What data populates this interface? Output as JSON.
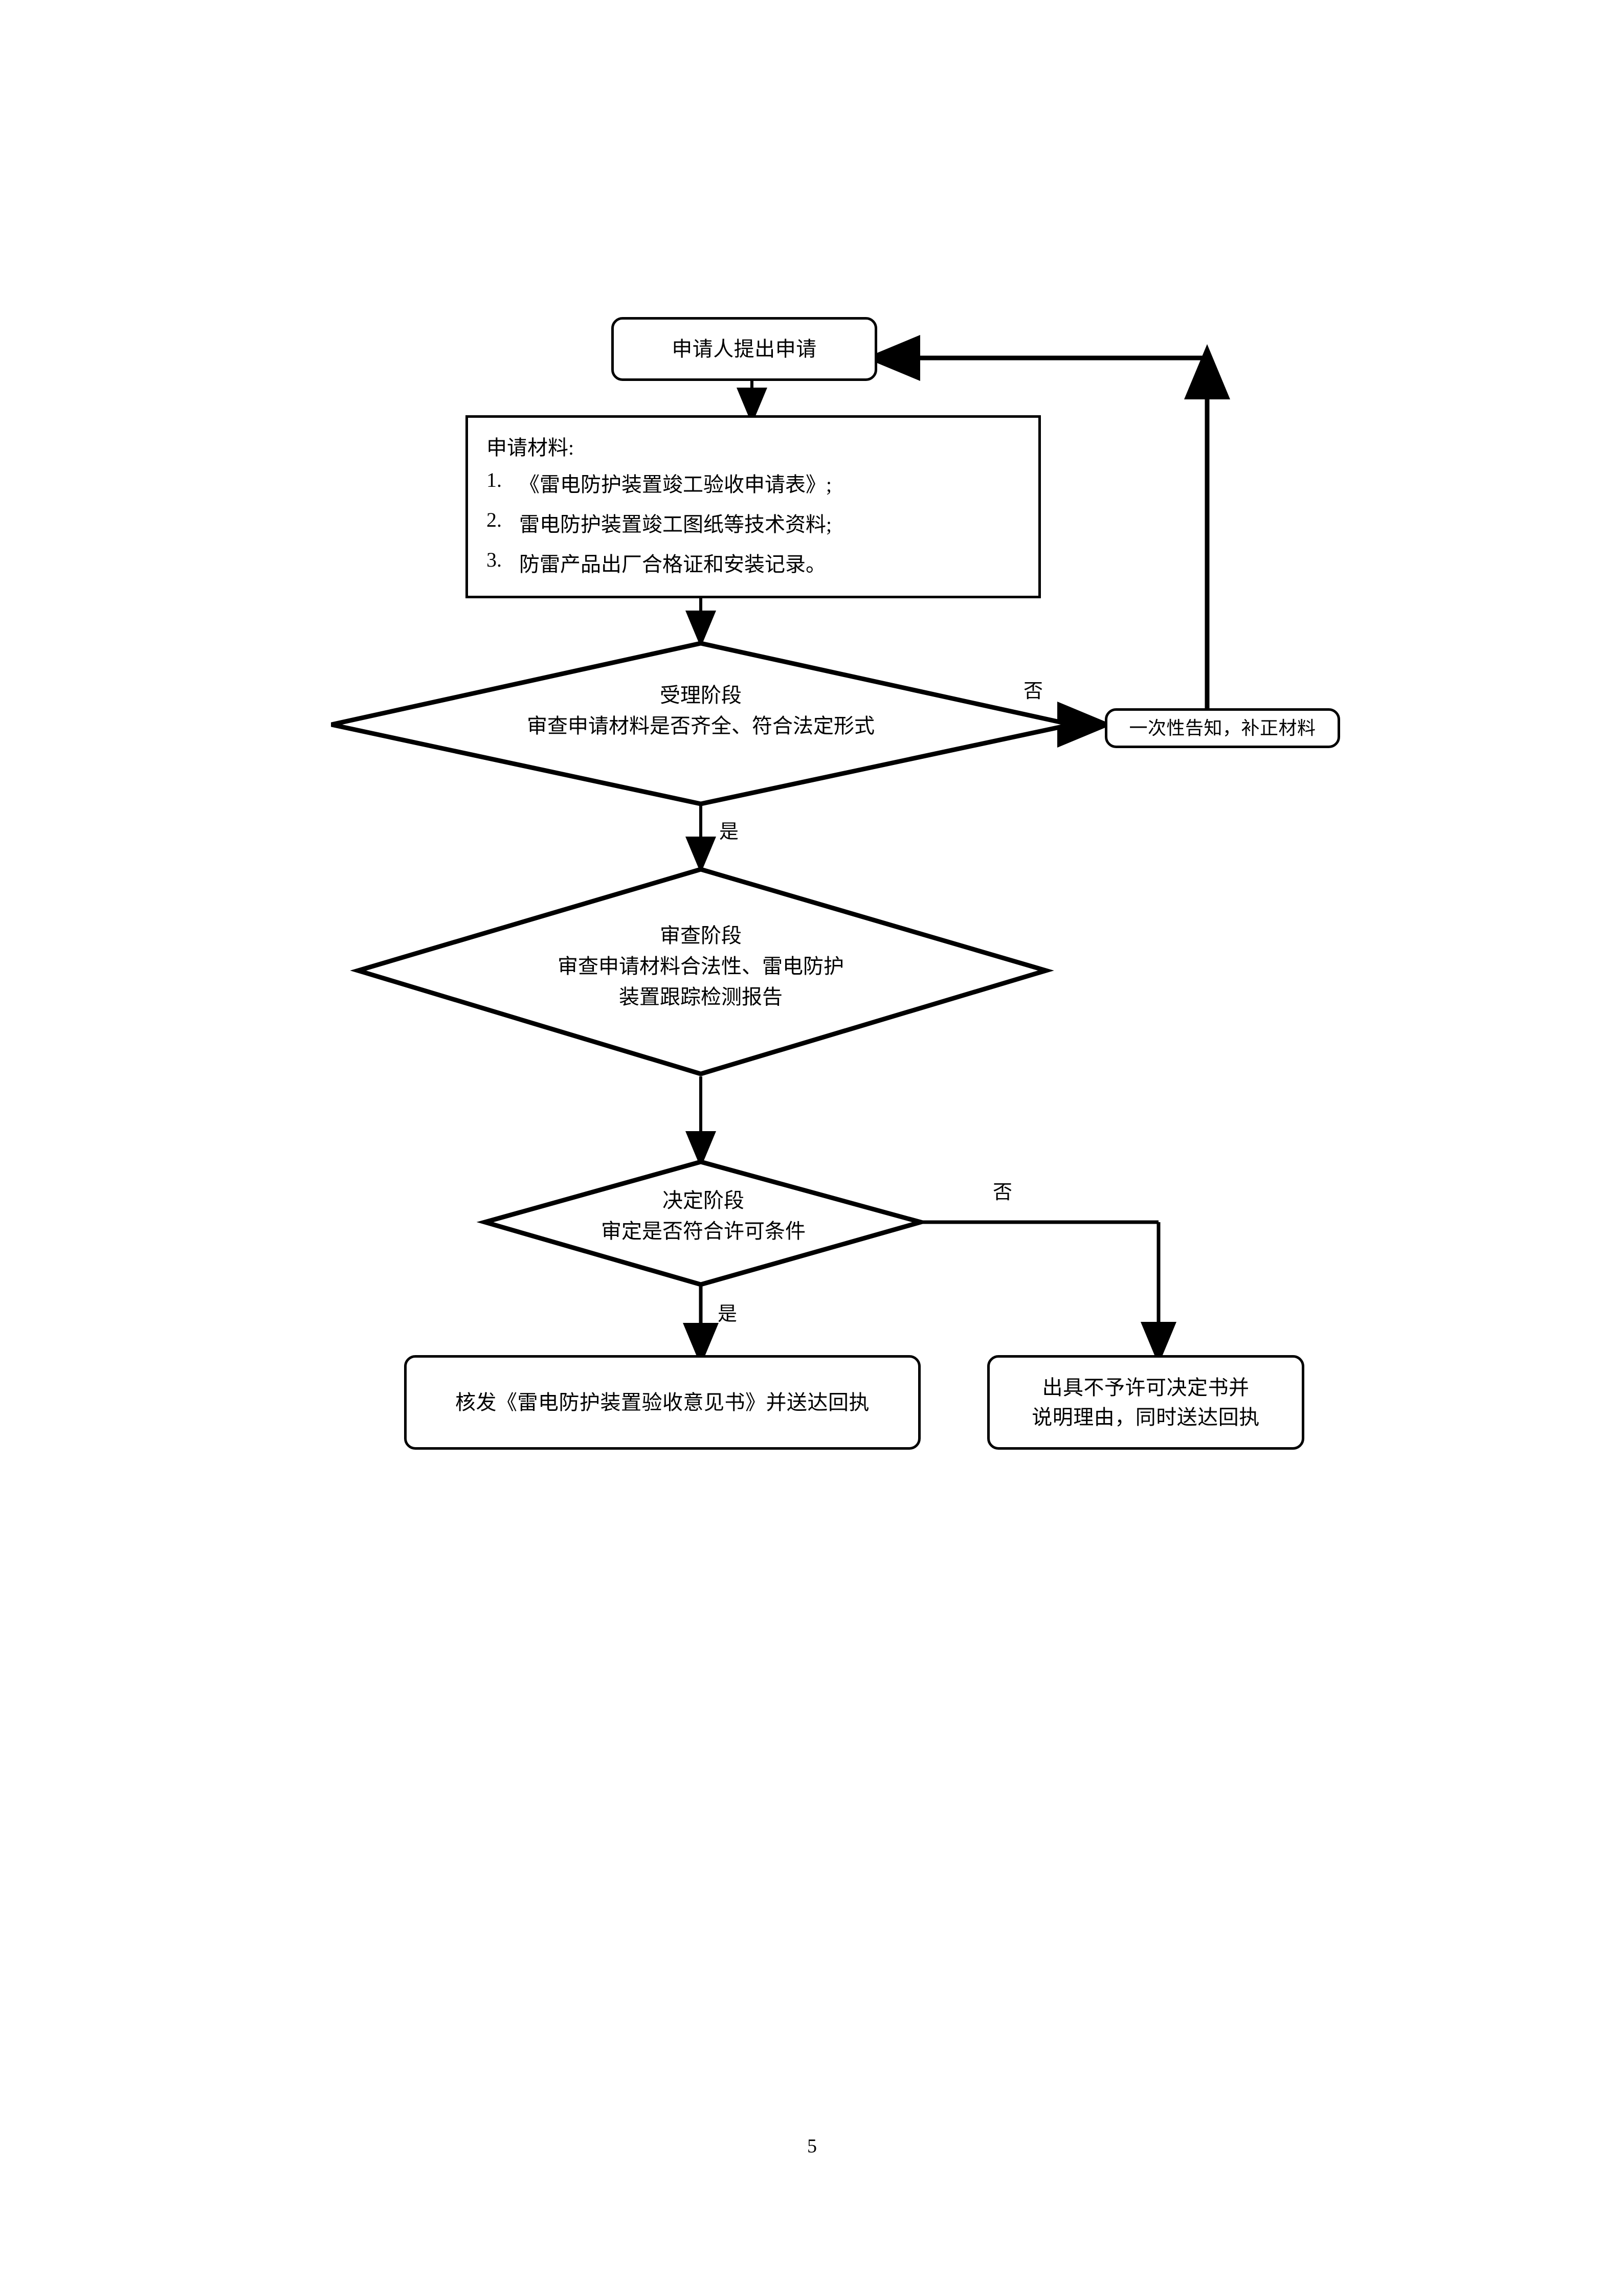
{
  "document": {
    "page_number": "5"
  },
  "flowchart": {
    "title_node": {
      "label": "申请人提出申请"
    },
    "materials_node": {
      "heading": "申请材料:",
      "items": [
        {
          "num": "1.",
          "text": "《雷电防护装置竣工验收申请表》;"
        },
        {
          "num": "2.",
          "text": "雷电防护装置竣工图纸等技术资料;"
        },
        {
          "num": "3.",
          "text": "防雷产品出厂合格证和安装记录。"
        }
      ]
    },
    "decision_acceptance": {
      "line1": "受理阶段",
      "line2": "审查申请材料是否齐全、符合法定形式"
    },
    "decision_review": {
      "line1": "审查阶段",
      "line2": "审查申请材料合法性、雷电防护",
      "line3": "装置跟踪检测报告"
    },
    "decision_determination": {
      "line1": "决定阶段",
      "line2": "审定是否符合许可条件"
    },
    "supplement_node": {
      "label": "一次性告知，补正材料"
    },
    "approve_node": {
      "label": "核发《雷电防护装置验收意见书》并送达回执"
    },
    "reject_node": {
      "line1": "出具不予许可决定书并",
      "line2": "说明理由，同时送达回执"
    },
    "edge_labels": {
      "acceptance_no": "否",
      "acceptance_yes": "是",
      "determination_no": "否",
      "determination_yes": "是"
    },
    "colors": {
      "stroke": "#000000",
      "fill": "#ffffff"
    }
  }
}
